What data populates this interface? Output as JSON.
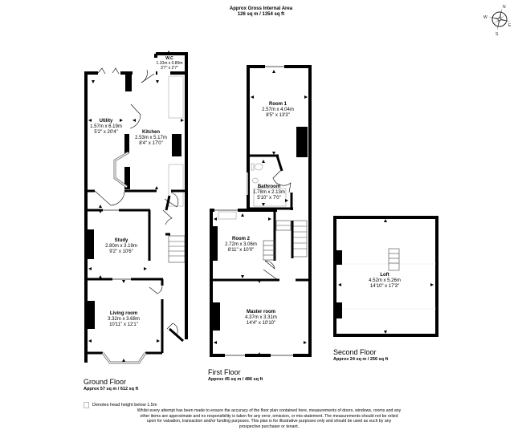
{
  "header": {
    "title": "Approx Gross Internal Area",
    "area": "126 sq m / 1354 sq ft"
  },
  "compass": {
    "icon": "compass-rose-icon",
    "labels": {
      "n": "N",
      "e": "E",
      "s": "S",
      "w": "W"
    }
  },
  "floors": [
    {
      "title": "Ground Floor",
      "area": "Approx 57 sq m / 612 sq ft",
      "rooms": [
        {
          "name": "W.C",
          "metric": "1.10m x 0.80m",
          "imperial": "3'7\" x 2'7\""
        },
        {
          "name": "Utility",
          "metric": "1.57m x 6.19m",
          "imperial": "5'2\" x 20'4\""
        },
        {
          "name": "Kitchen",
          "metric": "2.53m x 5.17m",
          "imperial": "8'4\" x 17'0\""
        },
        {
          "name": "Study",
          "metric": "2.80m x 3.19m",
          "imperial": "9'2\" x 10'6\""
        },
        {
          "name": "Living room",
          "metric": "3.32m x 3.68m",
          "imperial": "10'11\" x 12'1\""
        }
      ]
    },
    {
      "title": "First Floor",
      "area": "Approx 45 sq m / 486 sq ft",
      "rooms": [
        {
          "name": "Room 1",
          "metric": "2.57m x 4.04m",
          "imperial": "8'5\" x 13'3\""
        },
        {
          "name": "Bathroom",
          "metric": "1.78m x 2.13m",
          "imperial": "5'10\" x 7'0\""
        },
        {
          "name": "Room 2",
          "metric": "2.72m x 3.06m",
          "imperial": "8'11\" x 10'0\""
        },
        {
          "name": "Master room",
          "metric": "4.37m x 3.31m",
          "imperial": "14'4\" x 10'10\""
        }
      ]
    },
    {
      "title": "Second Floor",
      "area": "Approx 24 sq m / 256 sq ft",
      "rooms": [
        {
          "name": "Loft",
          "metric": "4.52m x 5.26m",
          "imperial": "14'10\" x 17'3\""
        }
      ]
    }
  ],
  "legend": {
    "icon": "head-height-box-icon",
    "text": "Denotes head height below 1.5m"
  },
  "disclaimer": "Whilst every attempt has been made to ensure the accuracy of the floor plan contained here, measurements of doors, windows, rooms and any other items are approximate and no responsibility is taken for any error, omission, or mis-statement. The measurements should not be relied upon for valuation, transaction and/or funding purposes. This plan is for illustrative purposes only and should be used as such by any prospective purchaser or tenant.",
  "colors": {
    "wall": "#000000",
    "window": "#9a9a9a",
    "fixture": "#bbbbbb",
    "background": "#ffffff"
  }
}
